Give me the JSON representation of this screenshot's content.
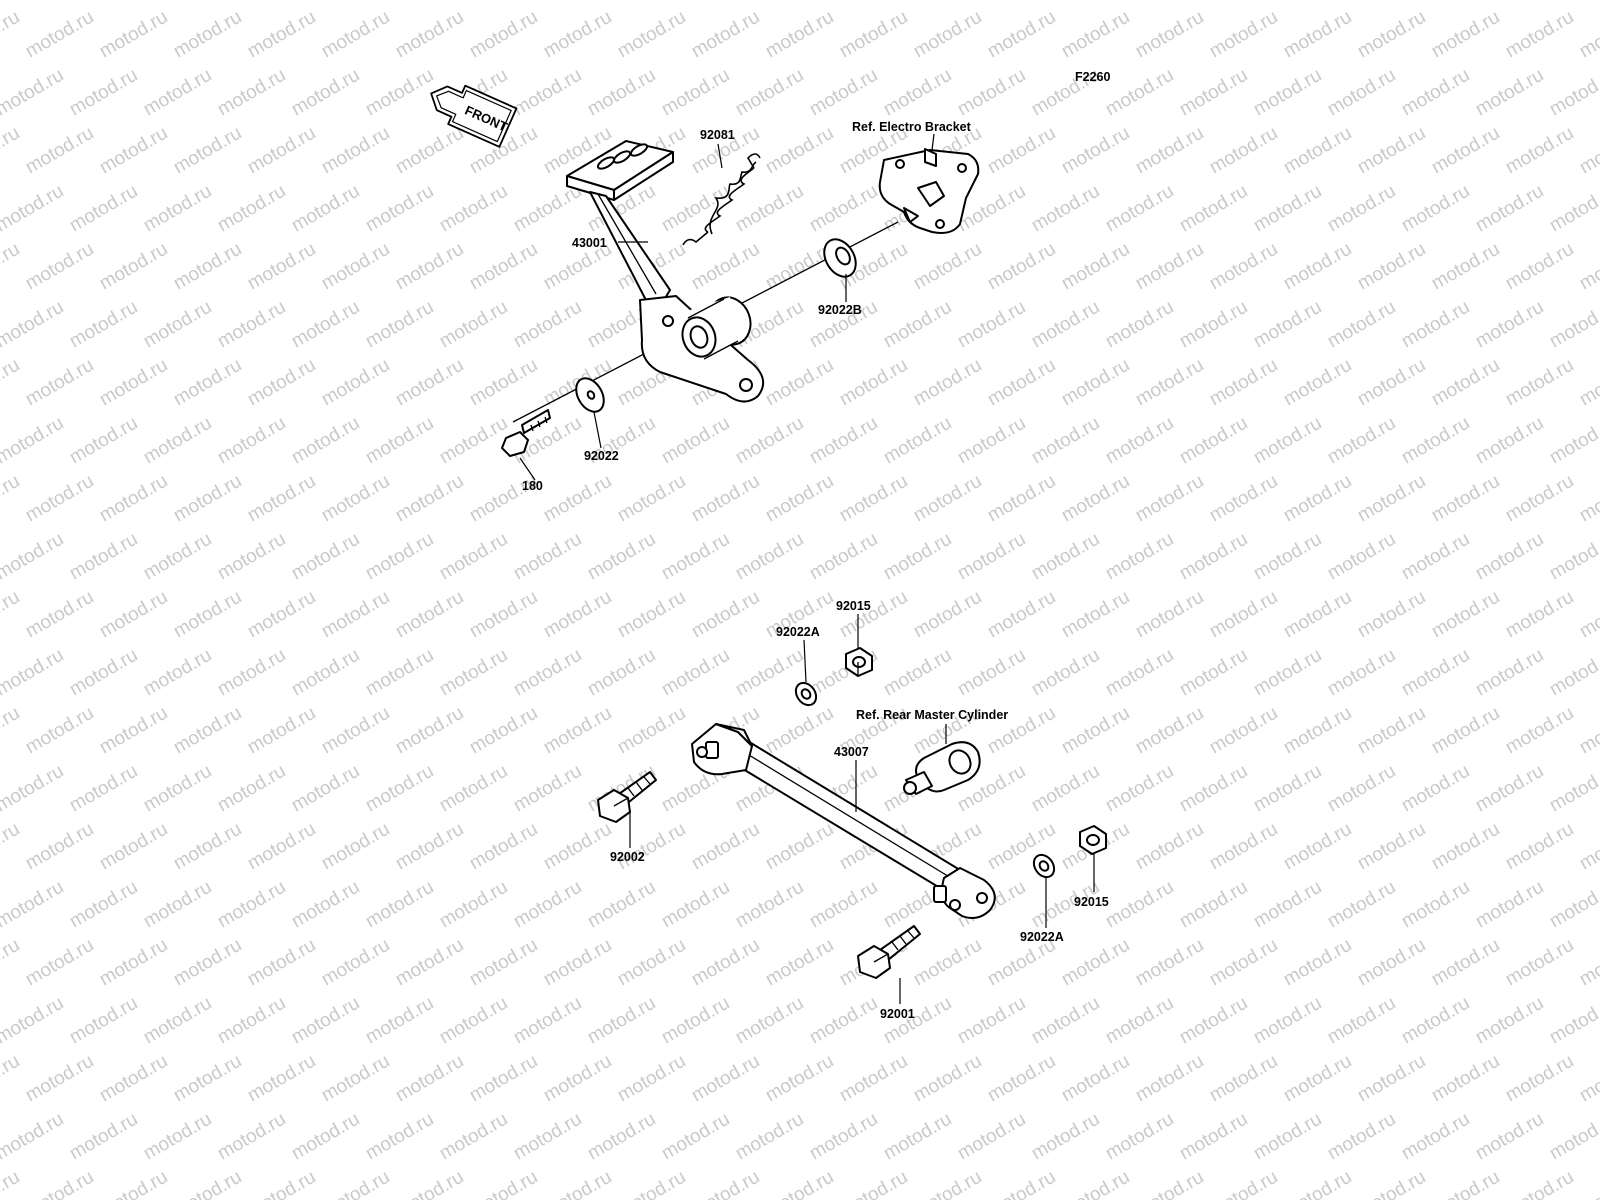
{
  "watermark": "motod.ru",
  "figure_code": "F2260",
  "front_label": "FRONT",
  "upper_assembly": {
    "pedal_label": "43001",
    "spring_label": "92081",
    "washer_b_label": "92022B",
    "washer_label": "92022",
    "bolt_label": "180",
    "ref_bracket_label": "Ref. Electro Bracket"
  },
  "lower_assembly": {
    "rod_label": "43007",
    "nut_top_label": "92015",
    "washer_a_top_label": "92022A",
    "ref_cylinder_label": "Ref. Rear Master Cylinder",
    "bolt_left_label": "92002",
    "washer_a_bottom_label": "92022A",
    "nut_bottom_label": "92015",
    "bolt_bottom_label": "92001"
  }
}
